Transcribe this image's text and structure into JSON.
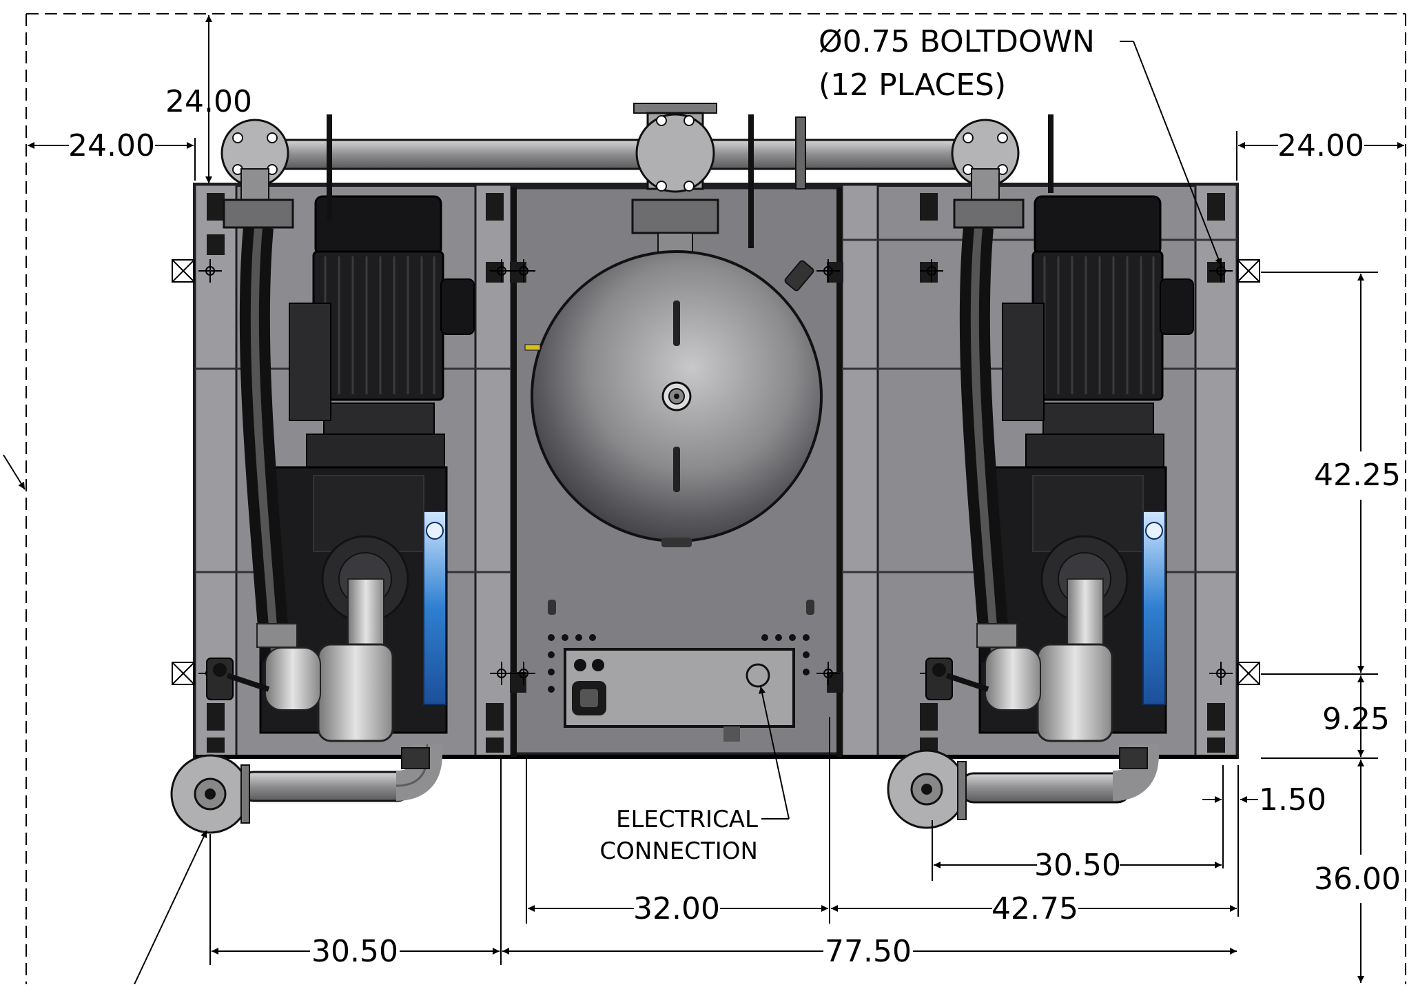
{
  "drawing": {
    "dimensions": {
      "top_clearance": "24.00",
      "left_clearance": "24.00",
      "right_clearance": "24.00",
      "height_upper": "42.25",
      "height_lower": "9.25",
      "offset_small": "1.50",
      "front_clearance": "36.00",
      "right_outlet_span": "30.50",
      "center_width": "32.00",
      "right_width": "42.75",
      "left_outlet_span": "30.50",
      "overall_width": "77.50"
    },
    "callouts": {
      "boltdown_line1": "Ø0.75 BOLTDOWN",
      "boltdown_line2": "(12 PLACES)",
      "electrical_line1": "ELECTRICAL",
      "electrical_line2": "CONNECTION"
    },
    "colors": {
      "frame": "#8c8c90",
      "frame_dark": "#1e1e22",
      "motor": "#1a1a1c",
      "tank": "#a9a9ab",
      "pipe": "#9a9a9c",
      "label_blue": "#2f7fd0"
    }
  }
}
